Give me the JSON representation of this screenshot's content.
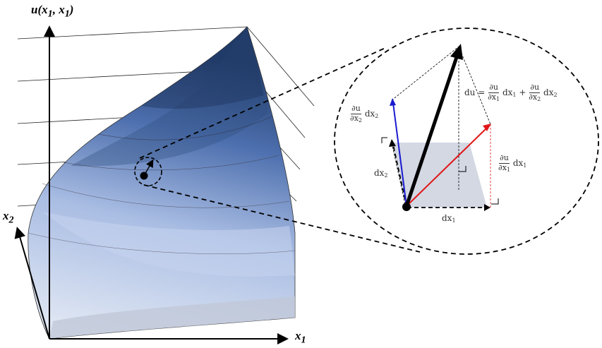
{
  "axes": {
    "vertical_label": "u(x",
    "vertical_sub1": "1",
    "vertical_mid": ", x",
    "vertical_sub2": "1",
    "vertical_close": ")",
    "x1_label": "x",
    "x1_sub": "1",
    "x2_label": "x",
    "x2_sub": "2"
  },
  "zoom": {
    "du_lhs": "du =",
    "partial_u": "∂u",
    "partial_x1": "∂x",
    "partial_x2": "∂x",
    "sub1": "1",
    "sub2": "2",
    "dx": "dx",
    "plus": "+",
    "dx1_label": "dx",
    "dx2_label": "dx"
  },
  "colors": {
    "surface_dark": "#2f4d7e",
    "surface_mid": "#5f82bf",
    "surface_light": "#d6dff0",
    "red_vector": "#e01818",
    "blue_vector": "#1a1ad0",
    "plane": "#d3d8e3"
  }
}
